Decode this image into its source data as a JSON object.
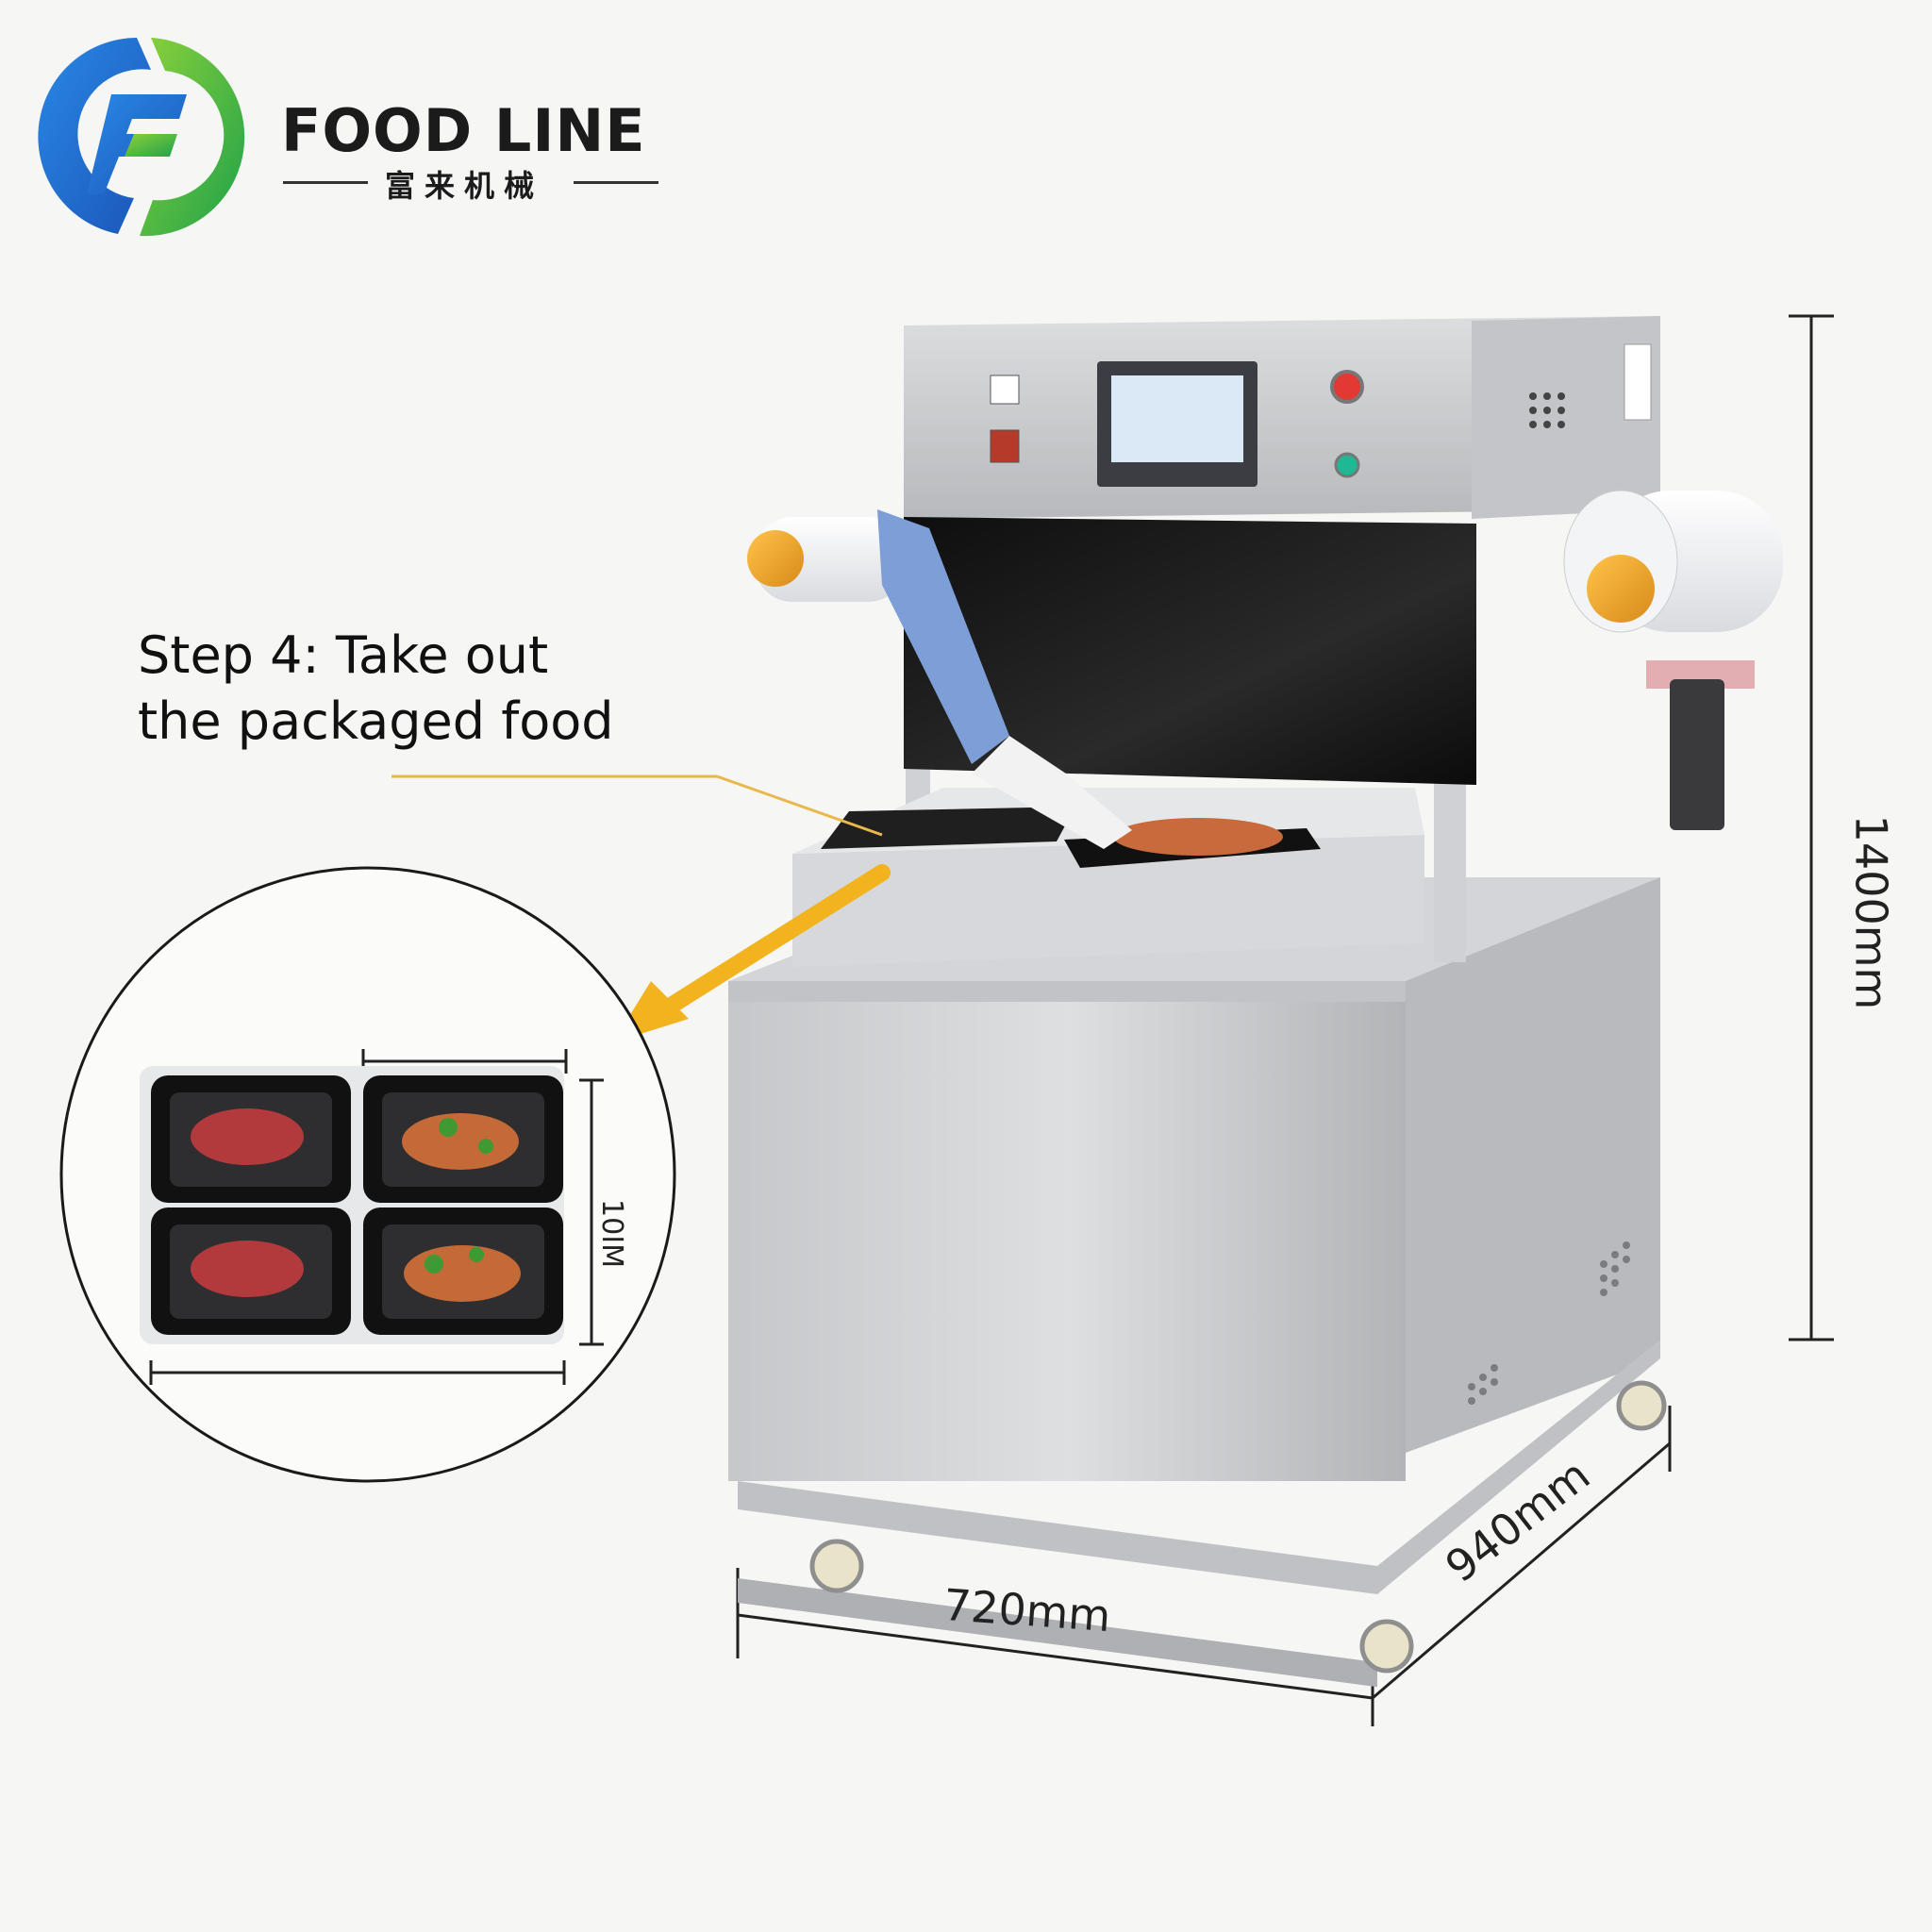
{
  "brand": {
    "name": "FOOD LINE",
    "subtitle": "富来机械"
  },
  "step": {
    "line1": "Step 4: Take out",
    "line2": "the packaged food"
  },
  "dimensions": {
    "width": "720mm",
    "depth": "940mm",
    "height": "1400mm",
    "inset_mark": "10IM"
  },
  "colors": {
    "logo_blue": "#1f6fd6",
    "logo_green": "#3bb54a",
    "arrow": "#f2b31f",
    "steel": "#c9cacc",
    "panel_black": "#151515"
  },
  "icons": [
    "food-line-logo-icon",
    "arrow-icon",
    "machine-illustration",
    "tray-icon"
  ]
}
